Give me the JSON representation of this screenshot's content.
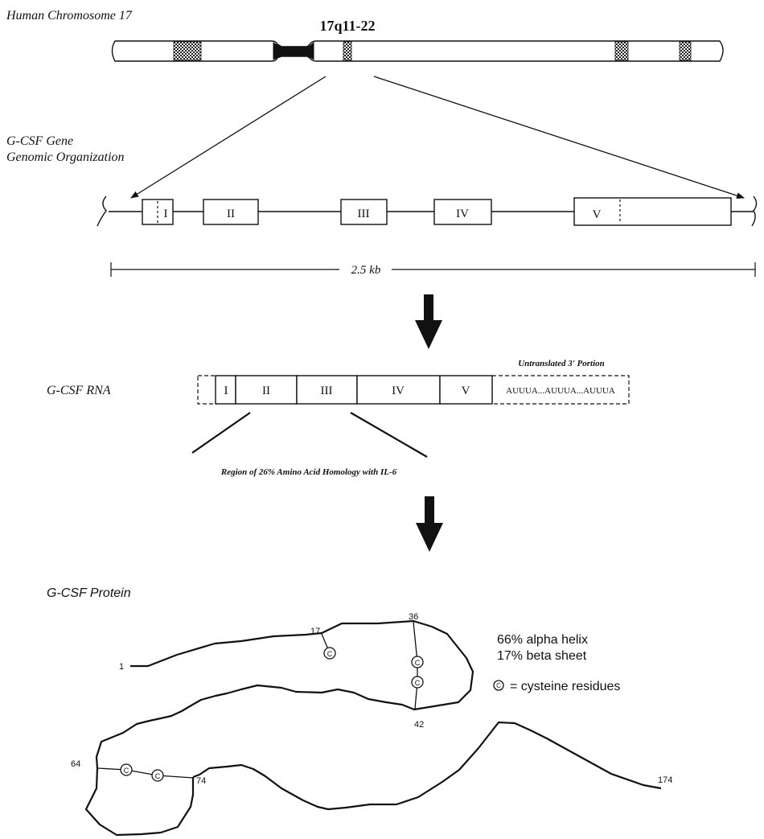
{
  "chromosome": {
    "title": "Human Chromosome 17",
    "band_label": "17q11-22"
  },
  "gene": {
    "title_line1": "G-CSF Gene",
    "title_line2": "Genomic Organization",
    "exons": [
      "I",
      "II",
      "III",
      "IV",
      "V"
    ],
    "scale_label": "2.5 kb"
  },
  "rna": {
    "title": "G-CSF RNA",
    "exons": [
      "I",
      "II",
      "III",
      "IV",
      "V"
    ],
    "utr_label": "Untranslated 3' Portion",
    "utr_sequence": "AUUUA...AUUUA...AUUUA",
    "homology_label": "Region of 26% Amino Acid Homology with IL-6"
  },
  "protein": {
    "title": "G-CSF Protein",
    "residues": [
      "1",
      "17",
      "36",
      "42",
      "64",
      "74",
      "174"
    ],
    "cysteine_symbol": "C",
    "stats": [
      "66% alpha helix",
      "17% beta sheet"
    ],
    "legend_text": "= cysteine residues"
  }
}
